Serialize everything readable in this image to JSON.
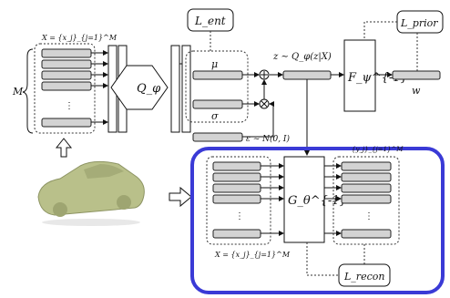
{
  "labels": {
    "x_set": "X = {x_j}_{j=1}^M",
    "m": "M",
    "q_phi": "Q_φ",
    "l_ent": "L_ent",
    "mu": "μ",
    "sigma": "σ",
    "z_sample": "z ∼ Q_φ(z|X)",
    "eps": "ε ∼ N(0, I)",
    "f_inv": "F_ψ^{-1}",
    "l_prior": "L_prior",
    "w": "w",
    "g_inv": "G_θ^{-1}",
    "x_out_top": "{y_j}_{j=1}^M",
    "x_set_bottom": "X = {x_j}_{j=1}^M",
    "l_recon": "L_recon"
  },
  "colors": {
    "highlight_border": "#3a3ad6",
    "bar_fill": "#d3d3d3",
    "car": "#b9c08a"
  },
  "icons": [
    "plus-icon",
    "times-icon",
    "up-arrow-icon",
    "right-arrow-icon"
  ]
}
